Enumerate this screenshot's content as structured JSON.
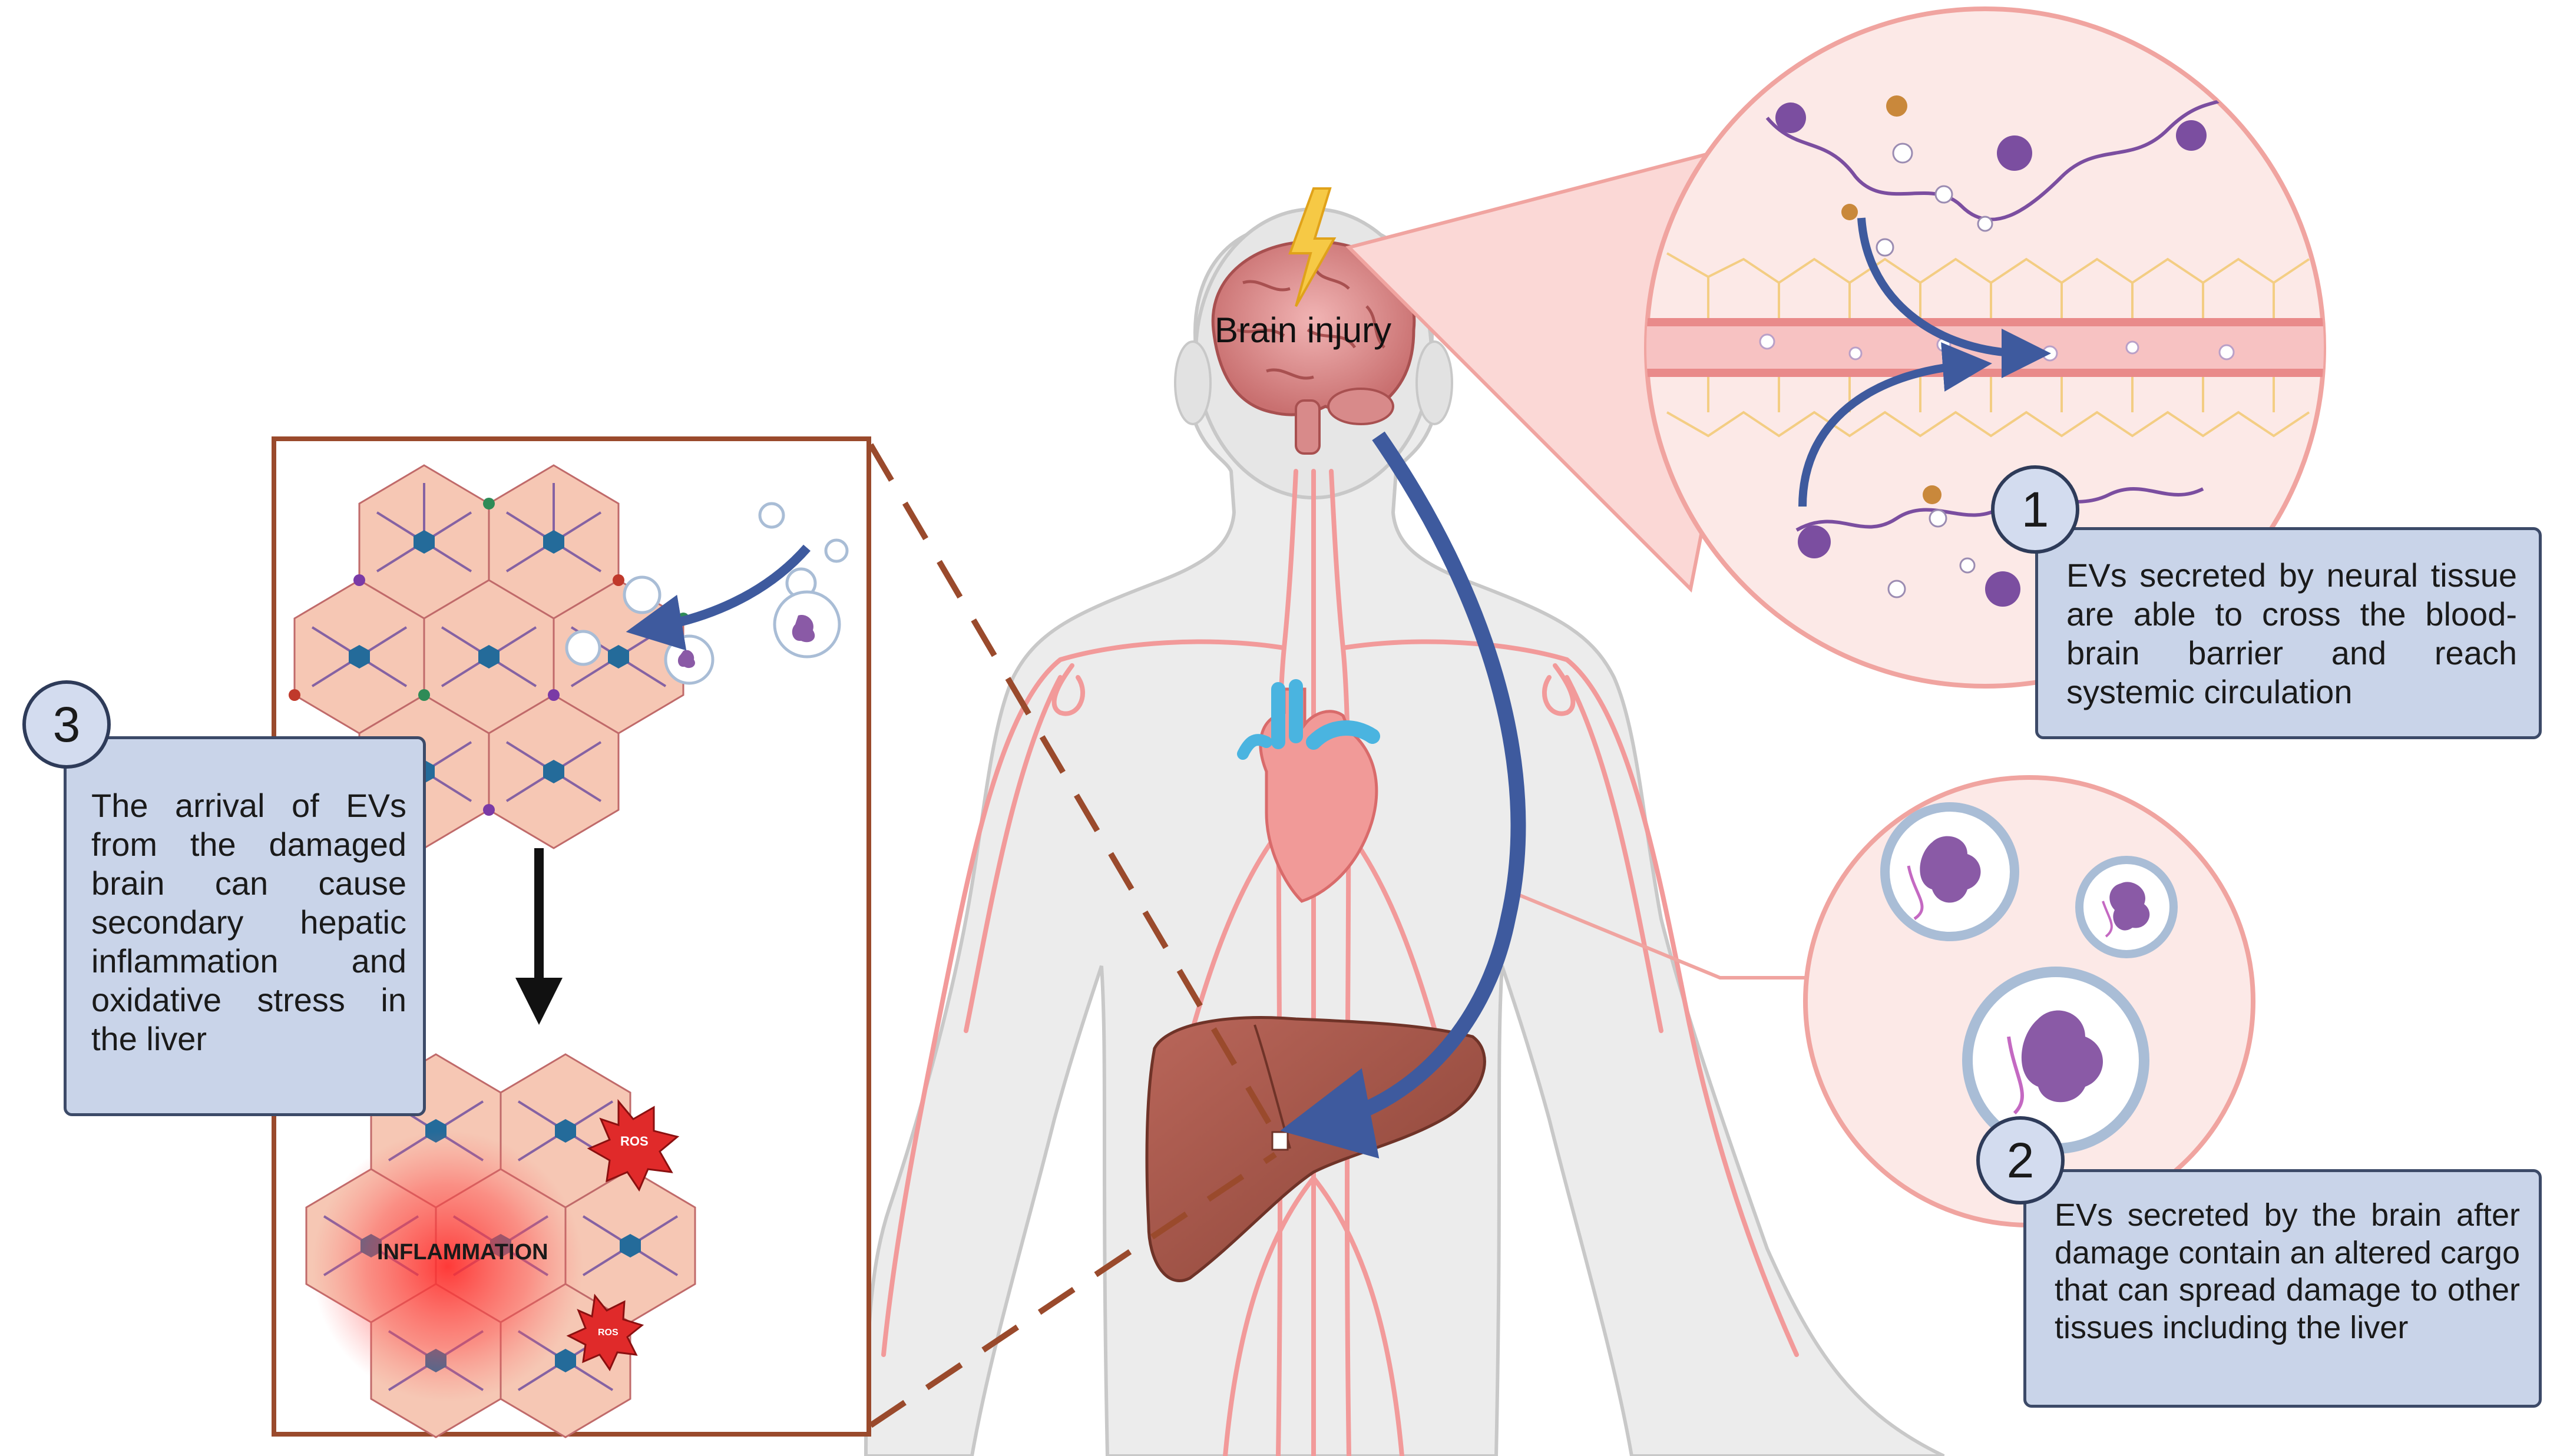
{
  "labels": {
    "brain_injury": "Brain injury",
    "inflammation": "INFLAMMATION",
    "ros": "ROS"
  },
  "steps": [
    {
      "number": "1",
      "text": "EVs secreted by neural tissue are able to cross the blood-brain barrier and reach systemic circulation"
    },
    {
      "number": "2",
      "text": "EVs secreted by the brain after damage contain an altered cargo that can spread damage to other tissues including the liver"
    },
    {
      "number": "3",
      "text": "The arrival of EVs from the damaged brain can cause secondary hepatic inflammation and oxidative stress in the liver"
    }
  ],
  "colors": {
    "box_fill": "#c9d4e9",
    "box_border": "#3c4a68",
    "arrow_blue": "#3e5a9e",
    "inset_border": "#9a4a2c",
    "body_fill": "#ececec",
    "liver": "#a85848",
    "vessel": "#f29a9a"
  }
}
